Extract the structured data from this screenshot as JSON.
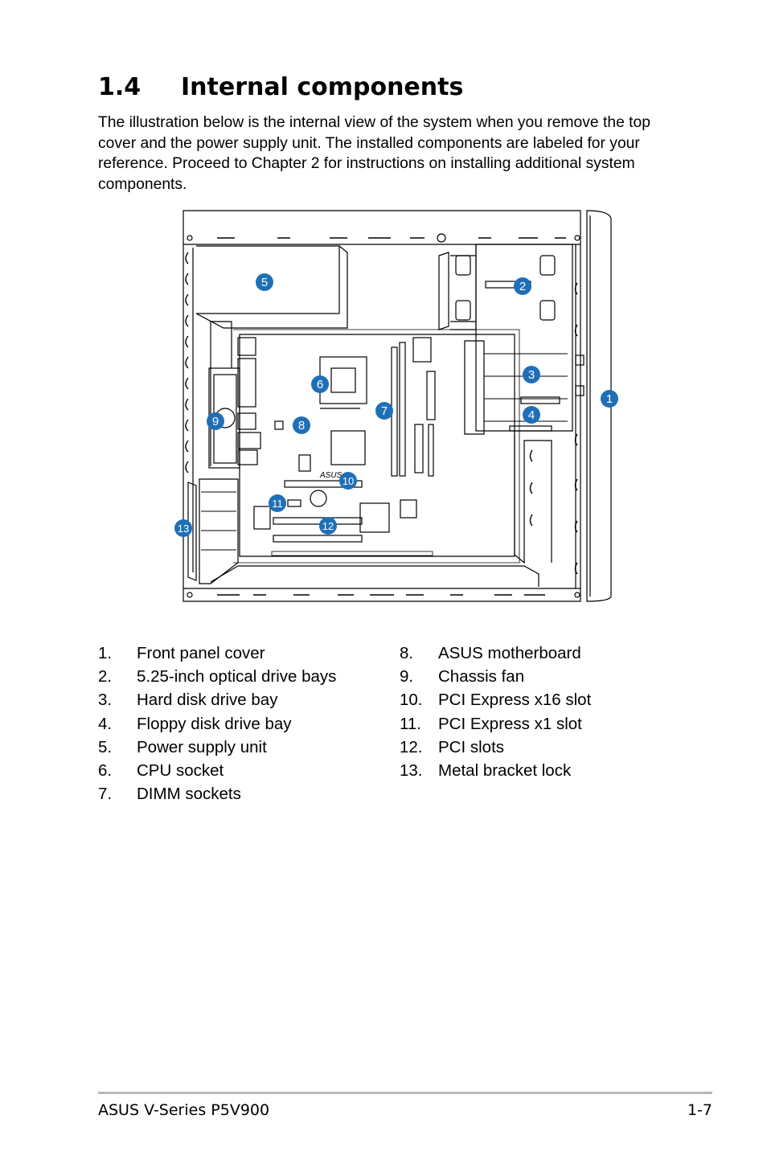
{
  "section": {
    "number": "1.4",
    "title": "Internal components"
  },
  "intro": "The illustration below is the internal view of the system when you remove the top cover and the power supply unit. The installed components are labeled for your reference. Proceed to Chapter 2 for instructions on installing additional system components.",
  "callouts": [
    "1",
    "2",
    "3",
    "4",
    "5",
    "6",
    "7",
    "8",
    "9",
    "10",
    "11",
    "12",
    "13"
  ],
  "board_logo": "ASUS",
  "callout_color": "#1f6fb7",
  "components_left": [
    {
      "num": "1.",
      "label": "Front panel cover"
    },
    {
      "num": "2.",
      "label": "5.25-inch optical drive bays"
    },
    {
      "num": "3.",
      "label": "Hard disk drive bay"
    },
    {
      "num": "4.",
      "label": "Floppy disk drive bay"
    },
    {
      "num": "5.",
      "label": "Power supply unit"
    },
    {
      "num": "6.",
      "label": "CPU socket"
    },
    {
      "num": "7.",
      "label": "DIMM sockets"
    }
  ],
  "components_right": [
    {
      "num": "8.",
      "label": "ASUS motherboard"
    },
    {
      "num": "9.",
      "label": "Chassis fan"
    },
    {
      "num": "10.",
      "label": "PCI Express x16 slot"
    },
    {
      "num": "11.",
      "label": "PCI Express x1 slot"
    },
    {
      "num": "12.",
      "label": "PCI slots"
    },
    {
      "num": "13.",
      "label": "Metal bracket lock"
    }
  ],
  "footer": {
    "title": "ASUS V-Series P5V900",
    "page": "1-7"
  }
}
